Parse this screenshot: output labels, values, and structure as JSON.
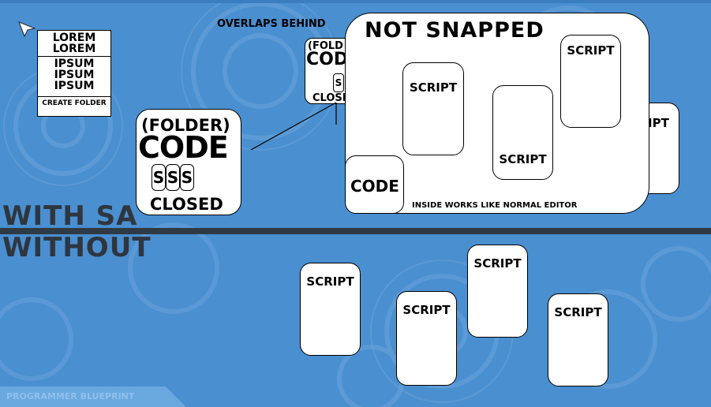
{
  "labels": {
    "overlaps_behind": "OVERLAPS BEHIND",
    "not_snapped": "NOT SNAPPED",
    "inside_works": "INSIDE WORKS LIKE NORMAL EDITOR",
    "with_sa": "WITH SA",
    "without": "WITHOUT",
    "footer": "PROGRAMMER BLUEPRINT"
  },
  "menu": {
    "items": [
      "LOREM",
      "LOREM",
      "IPSUM",
      "IPSUM",
      "IPSUM"
    ],
    "create_folder": "CREATE FOLDER"
  },
  "folder_main": {
    "title": "(FOLDER)",
    "code": "CODE",
    "s": "S",
    "closed": "CLOSED"
  },
  "folder_small": {
    "title": "(FOLD",
    "code": "COD",
    "s": "S",
    "closed": "CLOSE"
  },
  "editor": {
    "code_block": "CODE",
    "script": "SCRIPT",
    "behind_script": "IPT"
  },
  "without_scripts": [
    "SCRIPT",
    "SCRIPT",
    "SCRIPT",
    "SCRIPT"
  ],
  "colors": {
    "background": "#4a8fd0",
    "divider": "#2f3a44",
    "footer_bar": "#6aa8e0"
  }
}
